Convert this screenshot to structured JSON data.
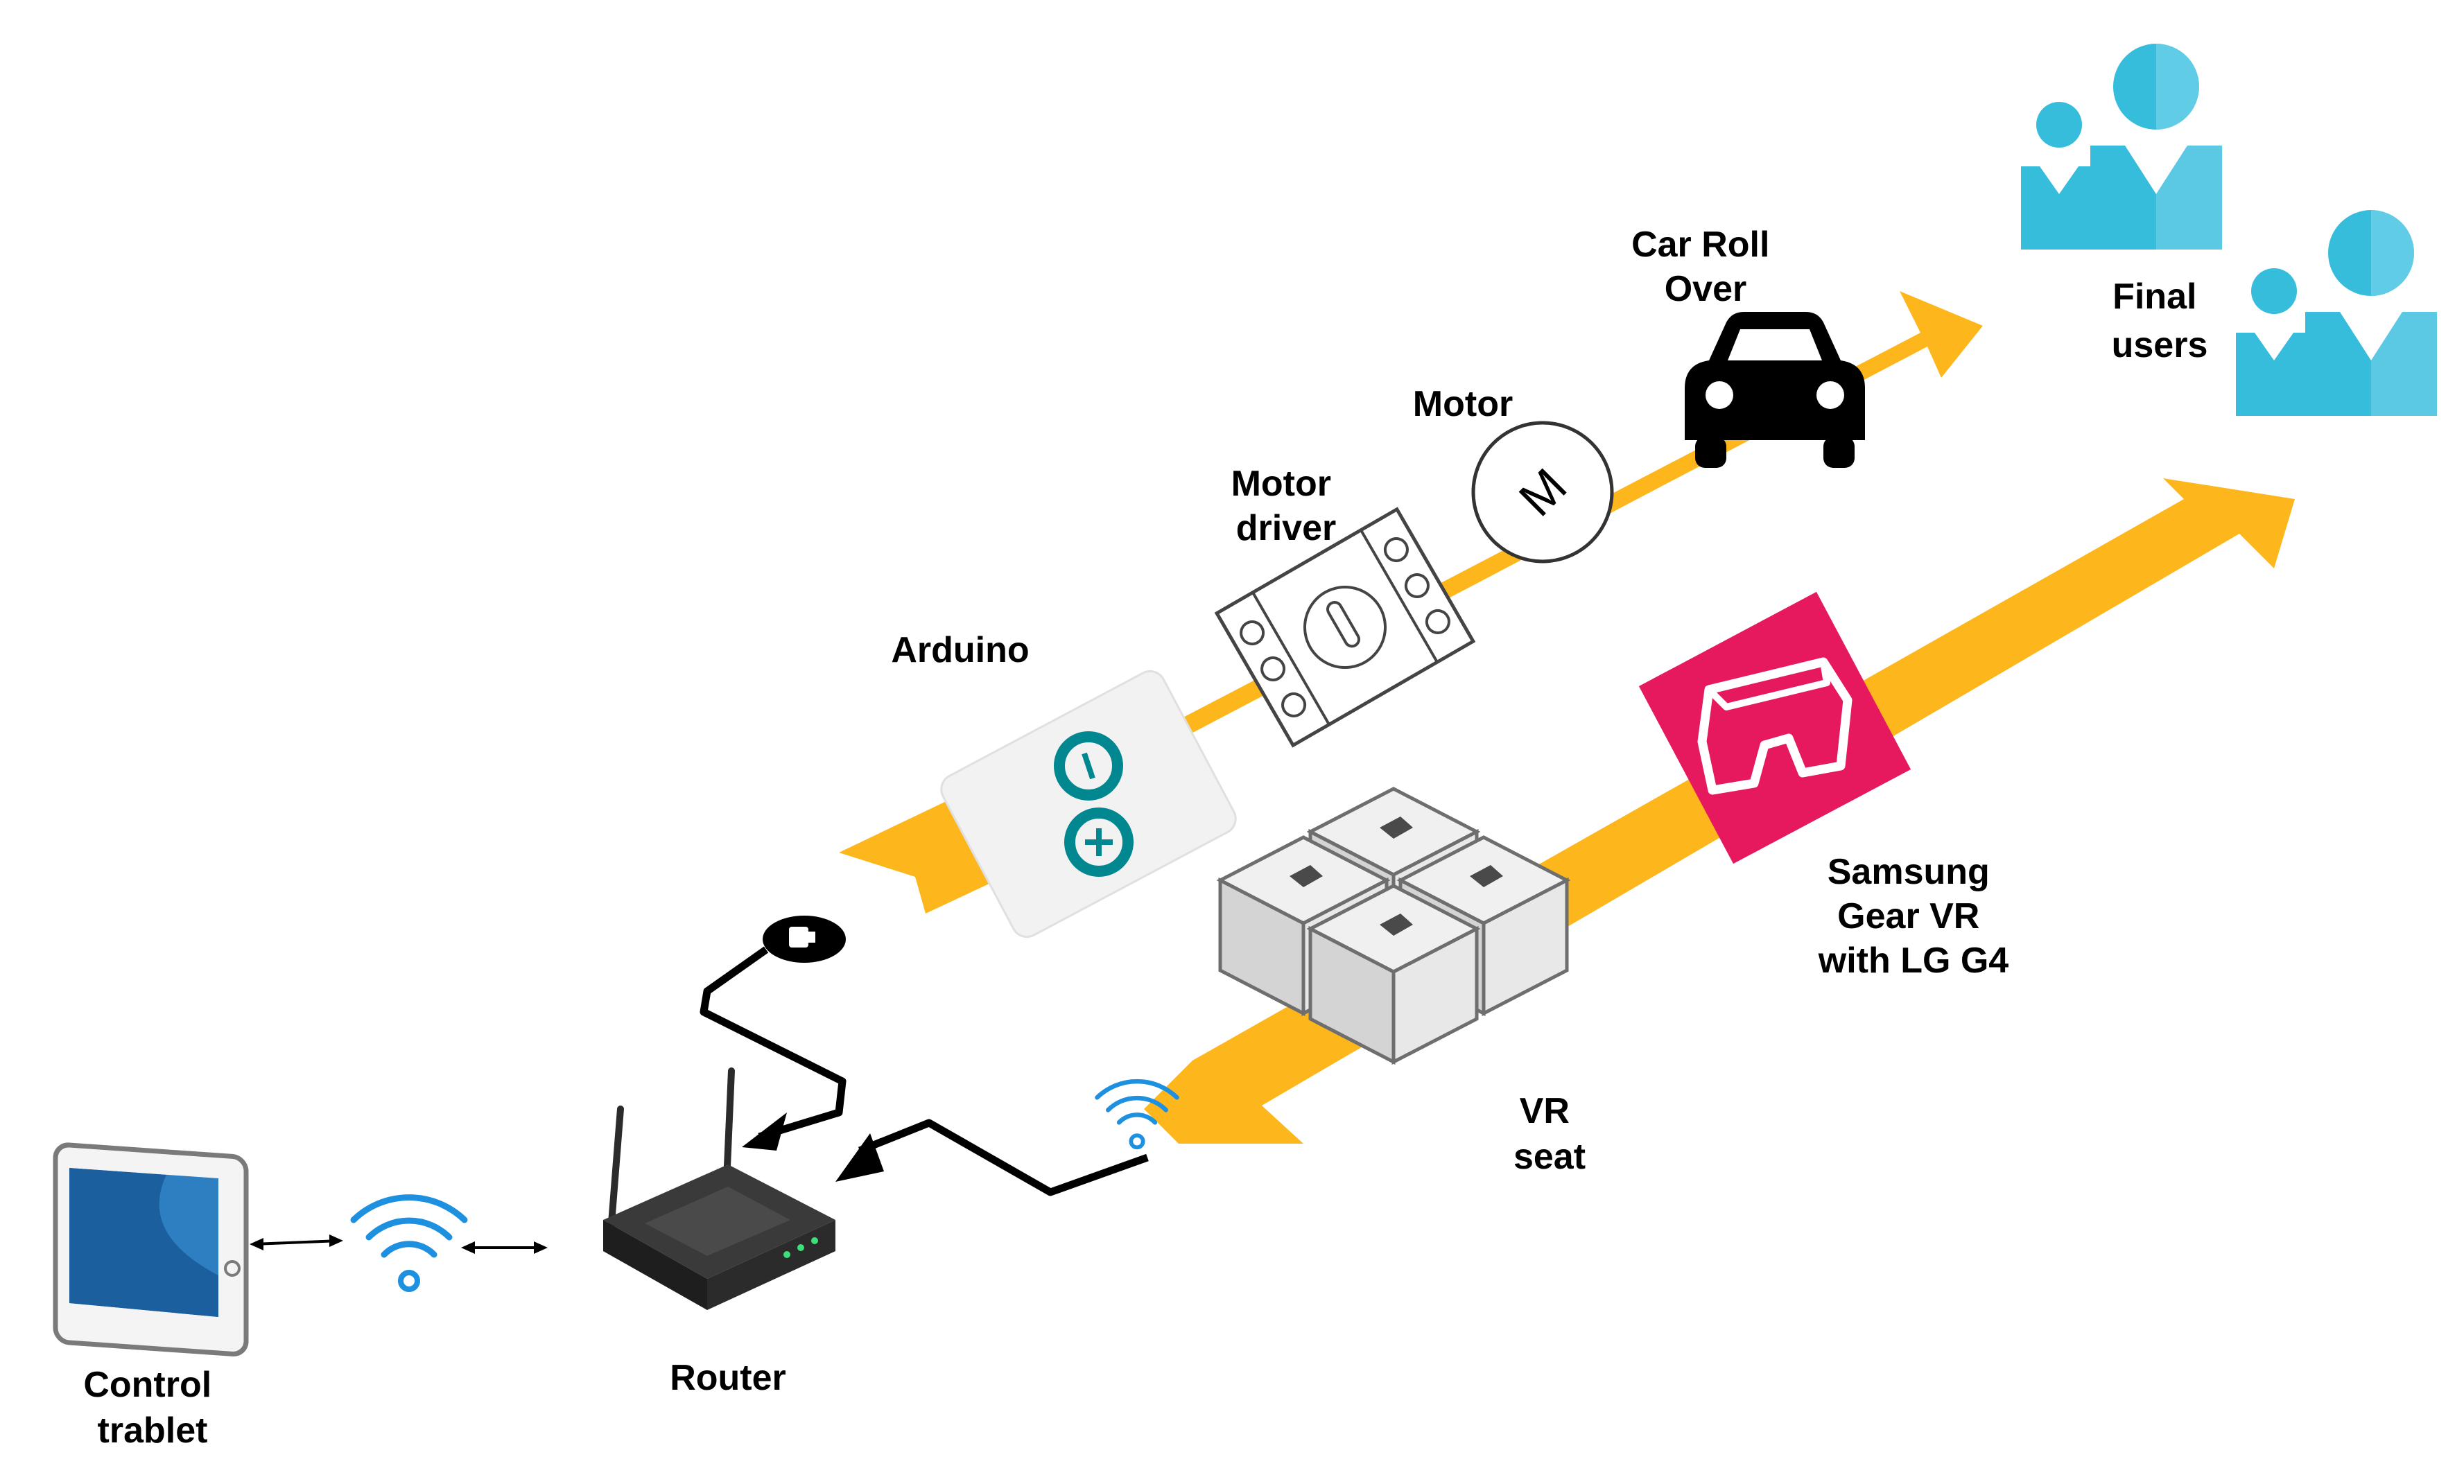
{
  "labels": {
    "arduino": [
      "Arduino"
    ],
    "motor_driver": [
      "Motor",
      "driver"
    ],
    "motor": [
      "Motor"
    ],
    "car_roll_over": [
      "Car Roll",
      "Over"
    ],
    "final_users": [
      "Final",
      "users"
    ],
    "samsung_gear_vr": [
      "Samsung",
      "Gear VR",
      "with LG G4"
    ],
    "vr_seat": [
      "VR",
      "seat"
    ],
    "router": [
      "Router"
    ],
    "control_tablet": [
      "Control",
      "trablet"
    ]
  },
  "motor_symbol": "M",
  "colors": {
    "band": "#FDB71C",
    "band_edge": "#F2A900",
    "users": "#36BDDC",
    "users_light": "#7FD6EB",
    "vr_headset": "#E6195E",
    "arduino": "#00878F",
    "wifi": "#1E90E0",
    "tablet_screen": "#2E7FC1",
    "router": "#2B2B2B",
    "seat_block": "#E4E4E4"
  },
  "icons": [
    "wifi-icon",
    "car-icon",
    "motor-icon",
    "arduino-icon",
    "vr-headset-icon",
    "user-icon",
    "router-icon",
    "tablet-icon",
    "usb-plug-icon"
  ]
}
